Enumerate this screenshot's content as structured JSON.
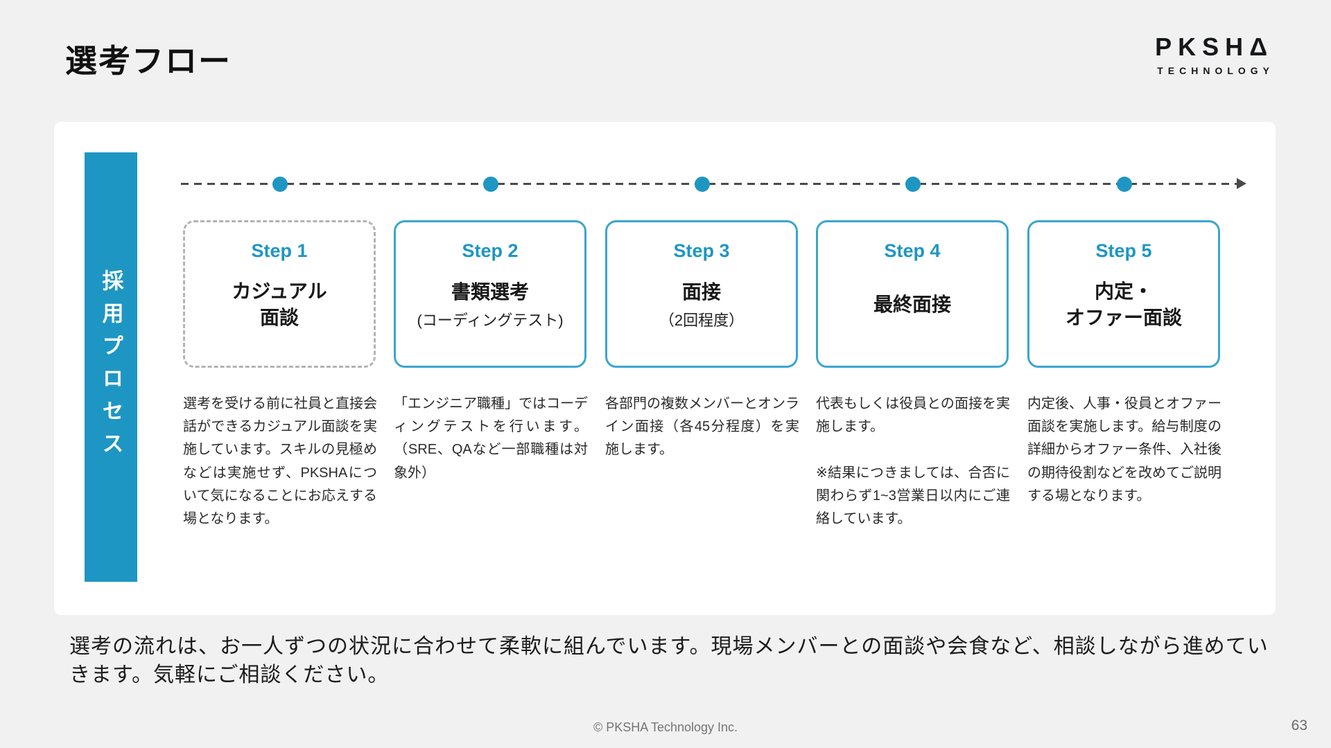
{
  "header": {
    "title": "選考フロー"
  },
  "logo": {
    "word_prefix": "PKSH",
    "word_suffix": "Δ",
    "subtitle": "TECHNOLOGY"
  },
  "process": {
    "side_label": "採用プロセス",
    "steps": [
      {
        "label": "Step 1",
        "title": "カジュアル\n面談",
        "subtitle": "",
        "description": "選考を受ける前に社員と直接会話ができるカジュアル面談を実施しています。スキルの見極めなどは実施せず、PKSHAについて気になることにお応えする場となります。"
      },
      {
        "label": "Step 2",
        "title": "書類選考",
        "subtitle": "(コーディングテスト)",
        "description": "「エンジニア職種」ではコーディングテストを行います。（SRE、QAなど一部職種は対象外）"
      },
      {
        "label": "Step 3",
        "title": "面接",
        "subtitle": "（2回程度）",
        "description": "各部門の複数メンバーとオンライン面接（各45分程度）を実施します。"
      },
      {
        "label": "Step 4",
        "title": "最終面接",
        "subtitle": "",
        "description": "代表もしくは役員との面接を実施します。\n\n※結果につきましては、合否に関わらず1~3営業日以内にご連絡しています。"
      },
      {
        "label": "Step 5",
        "title": "内定・\nオファー面談",
        "subtitle": "",
        "description": "内定後、人事・役員とオファー面談を実施します。給与制度の詳細からオファー条件、入社後の期待役割などを改めてご説明する場となります。"
      }
    ]
  },
  "footer": {
    "note": "選考の流れは、お一人ずつの状況に合わせて柔軟に組んでいます。現場メンバーとの面談や会食など、相談しながら進めていきます。気軽にご相談ください。",
    "copyright": "© PKSHA Technology Inc.",
    "page_number": "63"
  },
  "colors": {
    "accent": "#1e96c3",
    "box_border": "#3aa5cf",
    "timeline": "#4a4a4a",
    "background": "#f1f1f1",
    "card": "#ffffff",
    "text": "#1f1f1f",
    "muted": "#757575"
  }
}
